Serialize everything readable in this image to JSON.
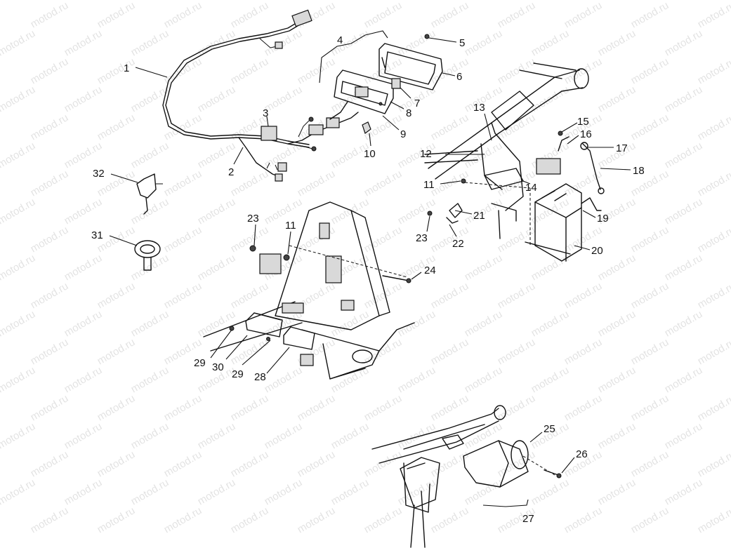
{
  "watermark": {
    "text": "motod.ru"
  },
  "callouts": [
    {
      "label": "1"
    },
    {
      "label": "2"
    },
    {
      "label": "3"
    },
    {
      "label": "4"
    },
    {
      "label": "5"
    },
    {
      "label": "6"
    },
    {
      "label": "7"
    },
    {
      "label": "8"
    },
    {
      "label": "9"
    },
    {
      "label": "10"
    },
    {
      "label": "11"
    },
    {
      "label": "12"
    },
    {
      "label": "13"
    },
    {
      "label": "14"
    },
    {
      "label": "15"
    },
    {
      "label": "16"
    },
    {
      "label": "17"
    },
    {
      "label": "18"
    },
    {
      "label": "19"
    },
    {
      "label": "20"
    },
    {
      "label": "21"
    },
    {
      "label": "22"
    },
    {
      "label": "23"
    },
    {
      "label": "23"
    },
    {
      "label": "24"
    },
    {
      "label": "25"
    },
    {
      "label": "26"
    },
    {
      "label": "27"
    },
    {
      "label": "28"
    },
    {
      "label": "29"
    },
    {
      "label": "29"
    },
    {
      "label": "30"
    },
    {
      "label": "31"
    },
    {
      "label": "32"
    },
    {
      "label": "11"
    }
  ]
}
